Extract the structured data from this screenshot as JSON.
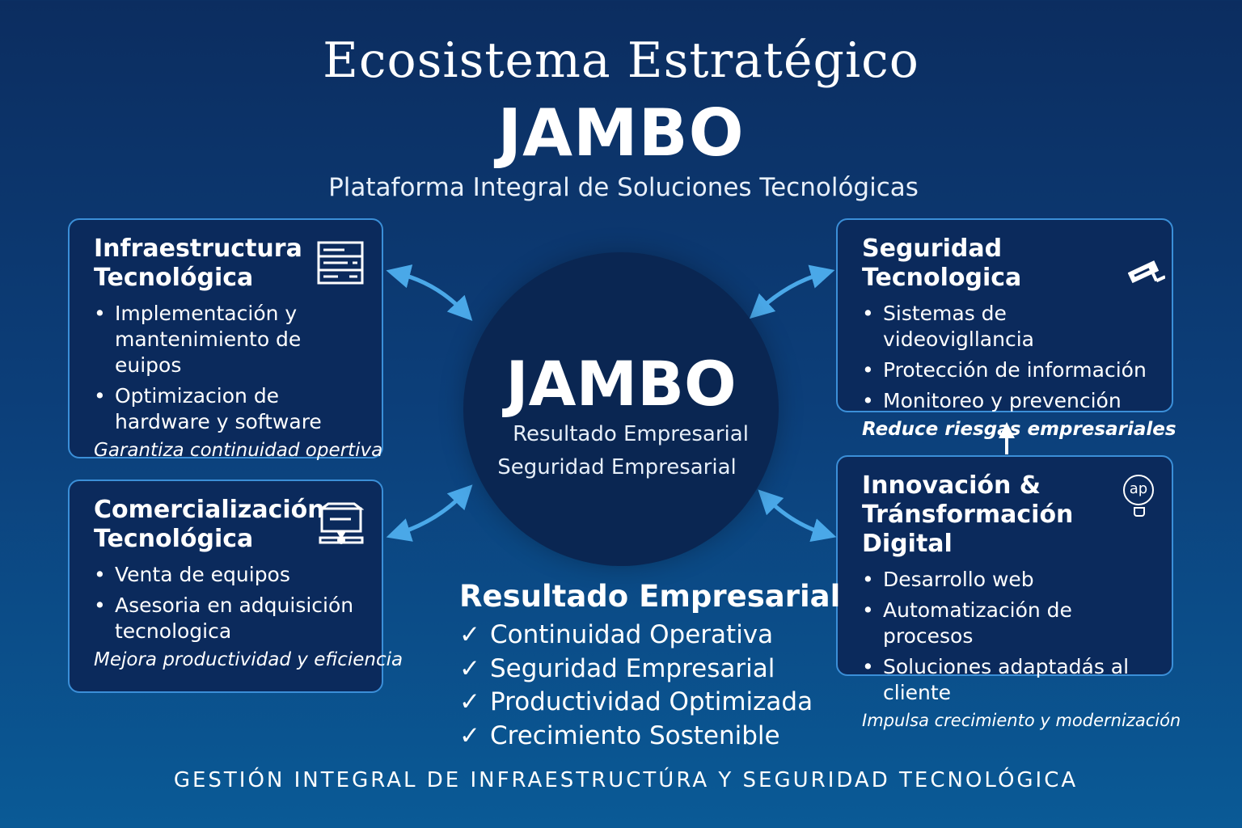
{
  "header": {
    "title": "Ecosistema Estratégico",
    "brand": "JAMBO",
    "subtitle": "Plataforma Integral de Soluciones Tecnológicas"
  },
  "center": {
    "brand": "JAMBO",
    "lines": [
      "Resultado Empresarial",
      "Seguridad Empresarial"
    ]
  },
  "cards": [
    {
      "title_1": "Infraestructura",
      "title_2": "Tecnológica",
      "icon": "server-rack-icon",
      "items": [
        "Implementación y mantenimiento de euipos",
        "Optimizacion de hardware y software"
      ],
      "tagline": "Garantiza continuidad opertiva"
    },
    {
      "title_1": "Comercialización",
      "title_2": "Tecnológica",
      "icon": "network-device-icon",
      "items": [
        "Venta de equipos",
        "Asesoria en adquisición tecnologica"
      ],
      "tagline": "Mejora productividad y eficiencia"
    },
    {
      "title_1": "Seguridad Tecnologica",
      "icon": "security-camera-icon",
      "items": [
        "Sistemas de videovigllancia",
        "Protección de información",
        "Monitoreo y prevención"
      ],
      "tagline": "Reduce riesgas empresariales"
    },
    {
      "title_1": "Innovación &",
      "title_2": "Tránsformación Digital",
      "icon": "lightbulb-icon",
      "icon_text": "ap",
      "items": [
        "Desarrollo web",
        "Automatización de procesos",
        "Soluciones adaptadás al cliente"
      ],
      "tagline": "Impulsa crecimiento y modernización"
    }
  ],
  "results": {
    "title": "Resultado Empresarial",
    "check": "✓",
    "items": [
      "Continuidad Operativa",
      "Seguridad Empresarial",
      "Productividad Optimizada",
      "Crecimiento Sostenible"
    ]
  },
  "footer": "GESTIÓN INTEGRAL DE INFRAESTRUCTÚRA Y SEGURIDAD TECNOLÓGICA",
  "colors": {
    "background_top": "#0c2d60",
    "background_bottom": "#0a5a96",
    "card": "#0b2a5c",
    "card_border": "#3b8fd8",
    "arrow": "#4aa8e8"
  }
}
